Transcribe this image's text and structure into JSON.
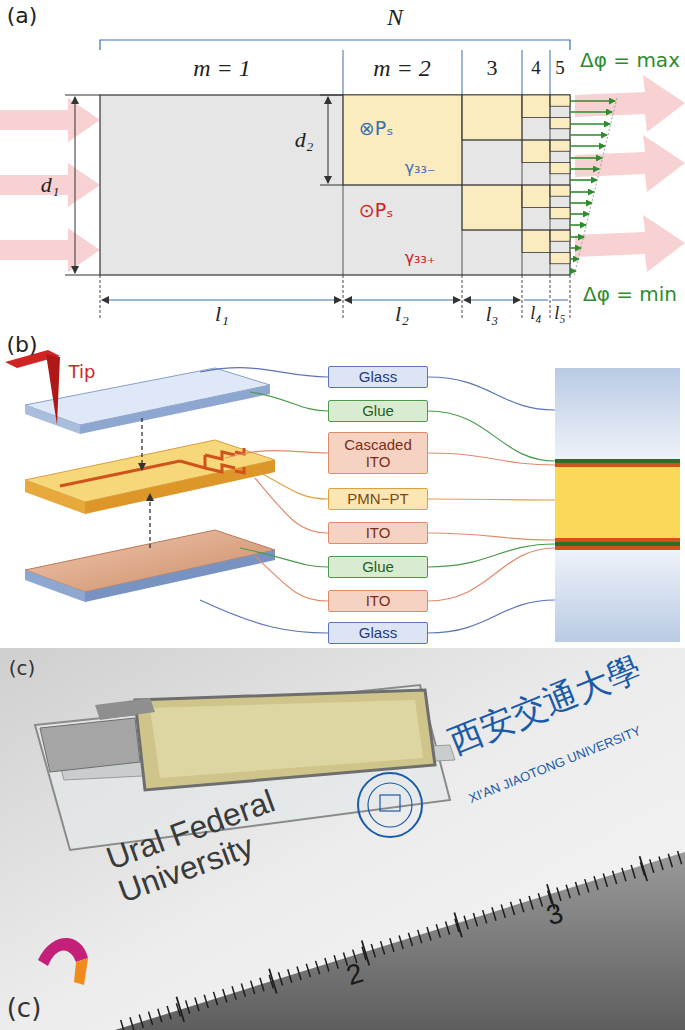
{
  "diagram": {
    "nodes": [
      {
        "text": [
          "Glass"
        ]
      },
      {
        "text": [
          "Glue"
        ]
      },
      {
        "text": [
          "Cascaded ITO"
        ]
      },
      {
        "text": [
          "PMN−PT"
        ]
      },
      {
        "text": [
          "ITO"
        ]
      },
      {
        "text": [
          "Glue"
        ]
      },
      {
        "text": [
          "ITO"
        ]
      },
      {
        "text": [
          "Glass"
        ]
      }
    ],
    "labels": [
      "(a)",
      "N",
      "m = 1",
      "m = 2",
      "3",
      "4",
      "5",
      "Δφ = max",
      "d₁",
      "d₂",
      "⊗Pₛ",
      "γ₃₃₋",
      "⊙Pₛ",
      "γ₃₃₊",
      "Δφ = min",
      "l₁",
      "l₂",
      "l₃",
      "l₄",
      "l₅",
      "(b)",
      "Tip",
      "(c)",
      "Ural Federal University",
      "西安交通大學",
      "XI'AN JIAOTONG UNIVERSITY",
      "2",
      "3",
      "(c)"
    ]
  }
}
